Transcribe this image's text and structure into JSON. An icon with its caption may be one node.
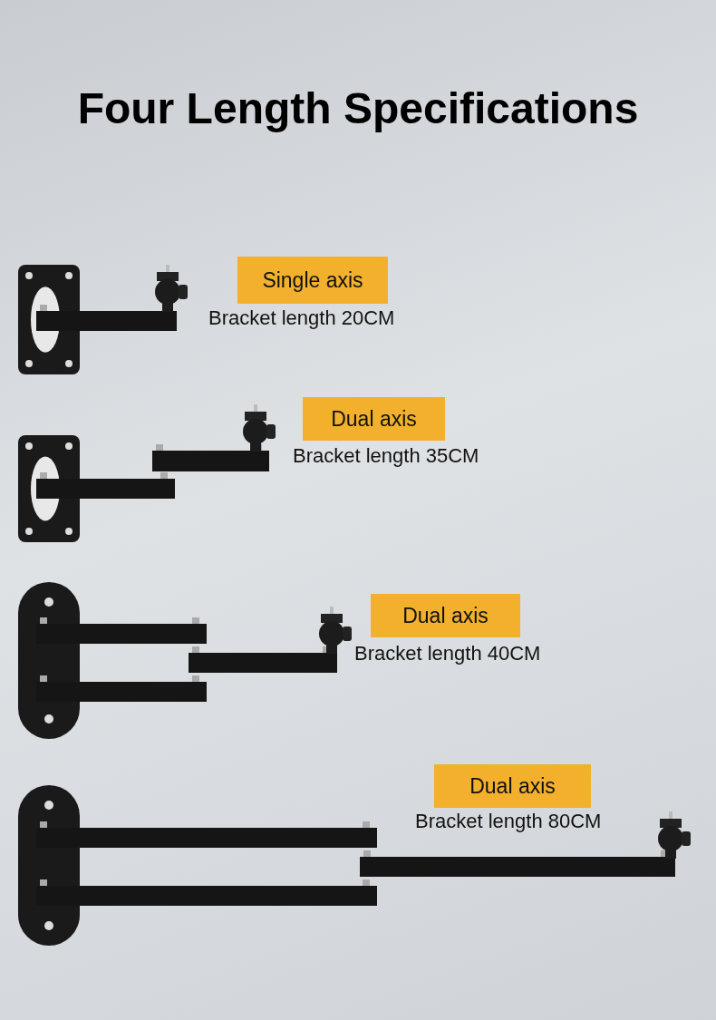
{
  "diagram": {
    "title": "Four Length Specifications",
    "nodes": [
      {
        "text": [
          "Single axis"
        ],
        "beside": [
          "Bracket length 20CM"
        ]
      },
      {
        "text": [
          "Dual axis"
        ],
        "beside": [
          "Bracket length 35CM"
        ]
      },
      {
        "text": [
          "Dual axis"
        ],
        "beside": [
          "Bracket length 40CM"
        ]
      },
      {
        "text": [
          "Dual axis"
        ],
        "beside": [
          "Bracket length 80CM"
        ]
      }
    ]
  }
}
